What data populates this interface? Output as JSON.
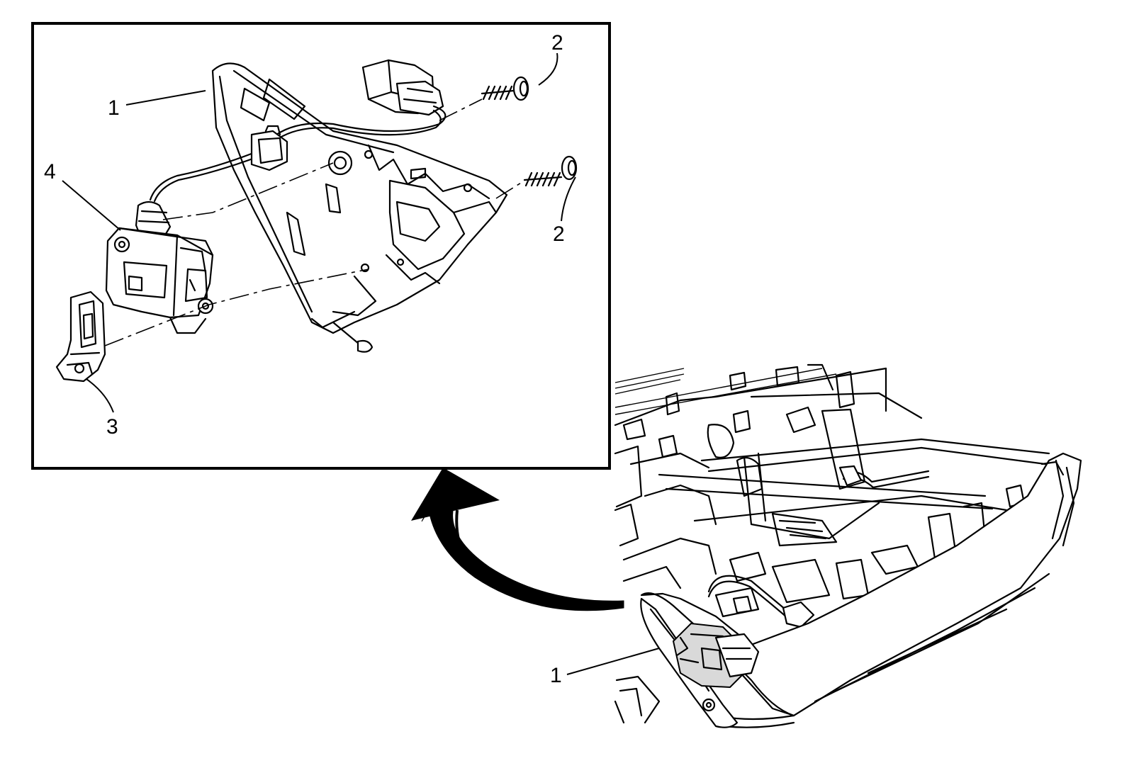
{
  "callouts": {
    "detail_harness": "1",
    "detail_screw_top": "2",
    "detail_screw_bottom": "2",
    "detail_clip": "3",
    "detail_actuator": "4",
    "overview_glovebox": "1"
  },
  "colors": {
    "line": "#000000",
    "background": "#ffffff",
    "shade": "#d9d9d9"
  }
}
